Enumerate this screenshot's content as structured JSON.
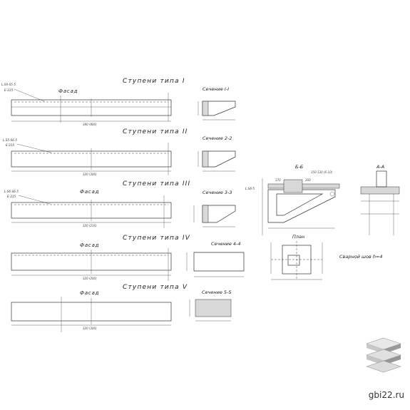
{
  "types": [
    {
      "title": "Ступени типа I",
      "facade": "Фасад",
      "mark": "L.S9-S5-5",
      "mark2": "E-315",
      "length": "380 (800)",
      "section": "Сечение I-I"
    },
    {
      "title": "Ступени типа II",
      "facade": "",
      "mark": "L.S5-S6-5",
      "mark2": "E-315",
      "length": "320 (300)",
      "section": "Сечение 2-2"
    },
    {
      "title": "Ступени типа III",
      "facade": "Фасад",
      "mark": "L.S6-S6-5",
      "mark2": "E-315",
      "length": "320 (216)",
      "section": "Сечение 3-3"
    },
    {
      "title": "Ступени типа IV",
      "facade": "Фасад",
      "mark": "",
      "mark2": "",
      "length": "320 (200)",
      "section": "Сечение 4-4"
    },
    {
      "title": "Ступени типа V",
      "facade": "Фасад",
      "mark": "",
      "mark2": "",
      "length": "320 (300)",
      "section": "Сечение 5-5"
    }
  ],
  "detail": {
    "bb_label": "Б-Б",
    "aa_label": "А-А",
    "plan_label": "План",
    "weld_note": "Сварной шов h=4",
    "mark": "L.S6-5",
    "dim_170": "170",
    "dim_200": "200",
    "dim_range": "150-120 (6-10)"
  },
  "watermark": "gbi22.ru"
}
